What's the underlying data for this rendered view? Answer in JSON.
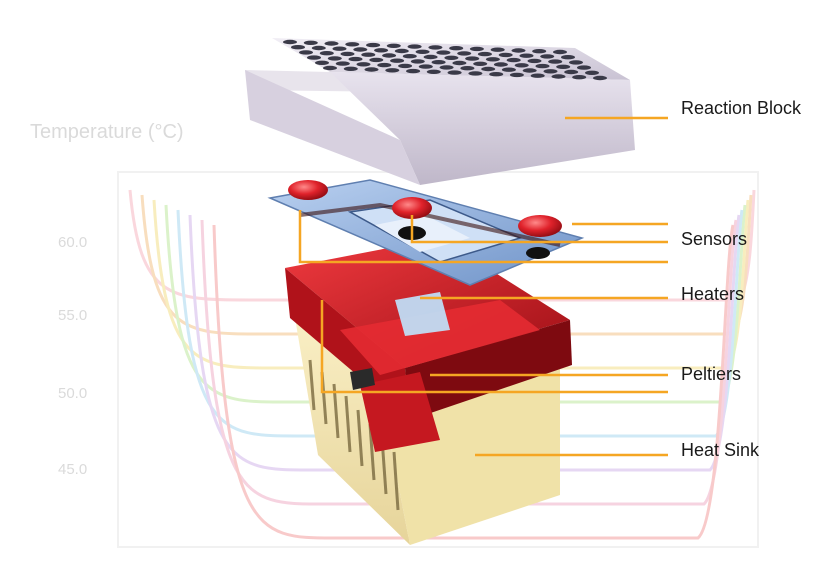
{
  "background_chart": {
    "y_axis_title": "Temperature (°C)",
    "y_ticks": [
      "60.0",
      "55.0",
      "50.0",
      "45.0"
    ],
    "curve_colors": [
      "#f6b7c2",
      "#f3c48a",
      "#f3e08a",
      "#bfe8a0",
      "#a8d8f0",
      "#d3b7ea",
      "#f0b0c8",
      "#f4a0a0"
    ]
  },
  "labels": {
    "reaction_block": "Reaction Block",
    "sensors": "Sensors",
    "heaters": "Heaters",
    "peltiers": "Peltiers",
    "heat_sink": "Heat Sink"
  },
  "colors": {
    "leader_line": "#f5a623",
    "reaction_block": "#d9d4e0",
    "sensor_plate": "#8fb3e0",
    "sensor_dot": "#d6202a",
    "peltier": "#d11a22",
    "heat_sink": "#f3e6b4"
  }
}
